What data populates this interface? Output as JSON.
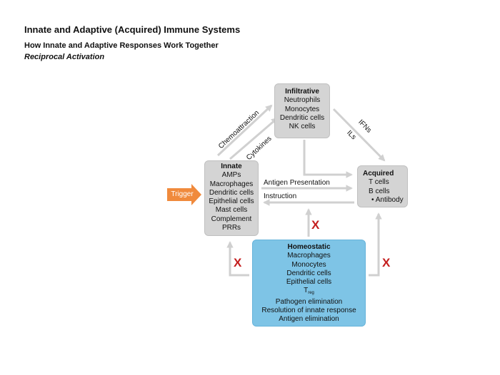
{
  "header": {
    "title": "Innate and Adaptive (Acquired) Immune Systems",
    "subtitle": "How Innate and Adaptive Responses Work Together",
    "subsubtitle": "Reciprocal Activation"
  },
  "trigger": {
    "label": "Trigger"
  },
  "infiltrative": {
    "heading": "Infiltrative",
    "items": [
      "Neutrophils",
      "Monocytes",
      "Dendritic cells",
      "NK cells"
    ]
  },
  "innate": {
    "heading": "Innate",
    "items": [
      "AMPs",
      "Macrophages",
      "Dendritic cells",
      "Epithelial cells",
      "Mast cells",
      "Complement",
      "PRRs"
    ]
  },
  "acquired": {
    "heading": "Acquired",
    "items": [
      "T cells",
      "B cells",
      "• Antibody"
    ]
  },
  "homeostatic": {
    "heading": "Homeostatic",
    "items": [
      "Macrophages",
      "Monocytes",
      "Dendritic cells",
      "Epithelial cells"
    ],
    "treg_main": "T",
    "treg_sub": "reg",
    "items_after": [
      "Pathogen elimination",
      "Resolution of innate response",
      "Antigen elimination"
    ]
  },
  "edges": {
    "chemoattraction": "Chemoattraction",
    "cytokines": "Cytokines",
    "ifns": "IFNs",
    "ils": "ILs",
    "antigen_presentation": "Antigen Presentation",
    "instruction": "Instruction"
  },
  "block_mark": "X",
  "colors": {
    "box_grey": "#d4d4d4",
    "box_blue": "#7ec4e6",
    "arrow": "#d0d0d0",
    "trigger": "#f08a3c",
    "block": "#c41e1e"
  }
}
